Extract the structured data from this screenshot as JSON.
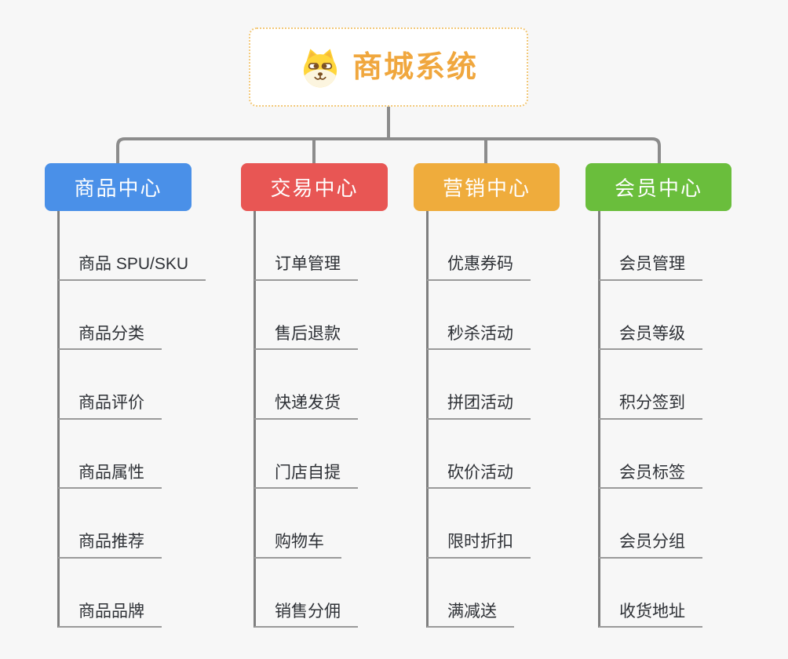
{
  "root": {
    "title": "商城系统",
    "icon": "dog-face-icon"
  },
  "branches": [
    {
      "label": "商品中心",
      "color": "#4a90e8",
      "items": [
        "商品 SPU/SKU",
        "商品分类",
        "商品评价",
        "商品属性",
        "商品推荐",
        "商品品牌"
      ]
    },
    {
      "label": "交易中心",
      "color": "#e85654",
      "items": [
        "订单管理",
        "售后退款",
        "快递发货",
        "门店自提",
        "购物车",
        "销售分佣"
      ]
    },
    {
      "label": "营销中心",
      "color": "#efac3c",
      "items": [
        "优惠券码",
        "秒杀活动",
        "拼团活动",
        "砍价活动",
        "限时折扣",
        "满减送"
      ]
    },
    {
      "label": "会员中心",
      "color": "#6abe3c",
      "items": [
        "会员管理",
        "会员等级",
        "积分签到",
        "会员标签",
        "会员分组",
        "收货地址"
      ]
    }
  ],
  "colors": {
    "background": "#f7f7f7",
    "connector": "#8c8c8c",
    "leaf_line": "#9a9a9a",
    "root_border": "#f2c878",
    "root_title": "#f0a73e",
    "leaf_text": "#2e3136"
  }
}
